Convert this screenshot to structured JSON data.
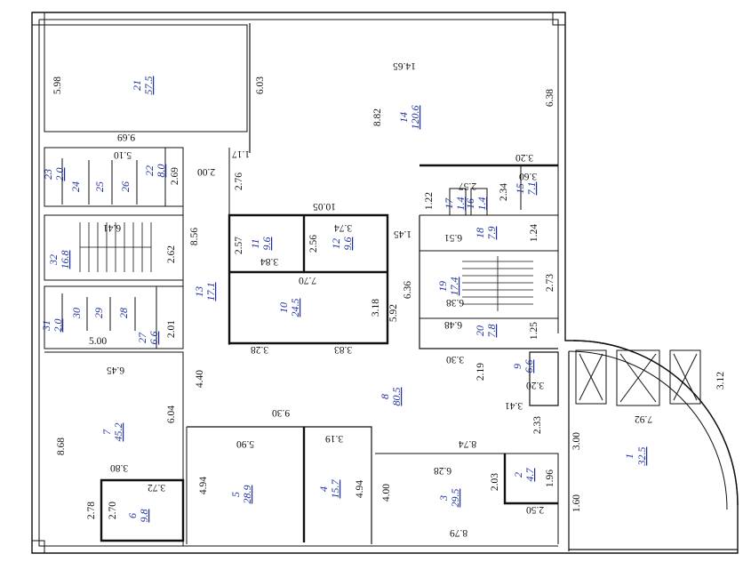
{
  "rooms": [
    {
      "no": "1",
      "area": "32.5"
    },
    {
      "no": "2",
      "area": "4.7"
    },
    {
      "no": "3",
      "area": "29.5"
    },
    {
      "no": "4",
      "area": "15.7"
    },
    {
      "no": "5",
      "area": "28.9"
    },
    {
      "no": "6",
      "area": "9.8"
    },
    {
      "no": "7",
      "area": "45.2"
    },
    {
      "no": "8",
      "area": "80.5"
    },
    {
      "no": "9",
      "area": "6.6"
    },
    {
      "no": "10",
      "area": "24.5"
    },
    {
      "no": "11",
      "area": "9.6"
    },
    {
      "no": "12",
      "area": "9.6"
    },
    {
      "no": "13",
      "area": "17.1"
    },
    {
      "no": "14",
      "area": "120.6"
    },
    {
      "no": "15",
      "area": "7.1"
    },
    {
      "no": "16",
      "area": "1.4"
    },
    {
      "no": "17",
      "area": "1.4"
    },
    {
      "no": "18",
      "area": "7.9"
    },
    {
      "no": "19",
      "area": "17.4"
    },
    {
      "no": "20",
      "area": "7.8"
    },
    {
      "no": "21",
      "area": "57.5"
    },
    {
      "no": "22",
      "area": "8.0"
    },
    {
      "no": "23",
      "area": "2.0"
    },
    {
      "no": "24",
      "area": ""
    },
    {
      "no": "25",
      "area": ""
    },
    {
      "no": "26",
      "area": ""
    },
    {
      "no": "27",
      "area": "6.6"
    },
    {
      "no": "28",
      "area": ""
    },
    {
      "no": "29",
      "area": ""
    },
    {
      "no": "30",
      "area": ""
    },
    {
      "no": "31",
      "area": "2.0"
    },
    {
      "no": "32",
      "area": "16.8"
    }
  ],
  "dimensions": [
    "5.98",
    "9.69",
    "6.03",
    "14.65",
    "8.82",
    "6.38",
    "3.20",
    "3.60",
    "2.34",
    "2.57",
    "1.22",
    "10.05",
    "1.45",
    "3.74",
    "2.56",
    "3.84",
    "2.57",
    "8.56",
    "2.62",
    "6.41",
    "2.00",
    "1.17",
    "2.76",
    "5.10",
    "2.69",
    "7.70",
    "3.18",
    "5.92",
    "6.36",
    "6.51",
    "1.24",
    "6.38",
    "2.73",
    "6.48",
    "1.25",
    "2.01",
    "5.00",
    "3.28",
    "3.83",
    "3.30",
    "2.19",
    "3.20",
    "3.41",
    "6.45",
    "4.40",
    "6.04",
    "9.30",
    "8.68",
    "7.92",
    "3.12",
    "2.33",
    "3.00",
    "5.90",
    "3.19",
    "8.74",
    "4.94",
    "4.94",
    "4.00",
    "6.28",
    "2.03",
    "1.96",
    "3.80",
    "3.72",
    "2.78",
    "2.70",
    "8.79",
    "2.50",
    "1.60"
  ]
}
